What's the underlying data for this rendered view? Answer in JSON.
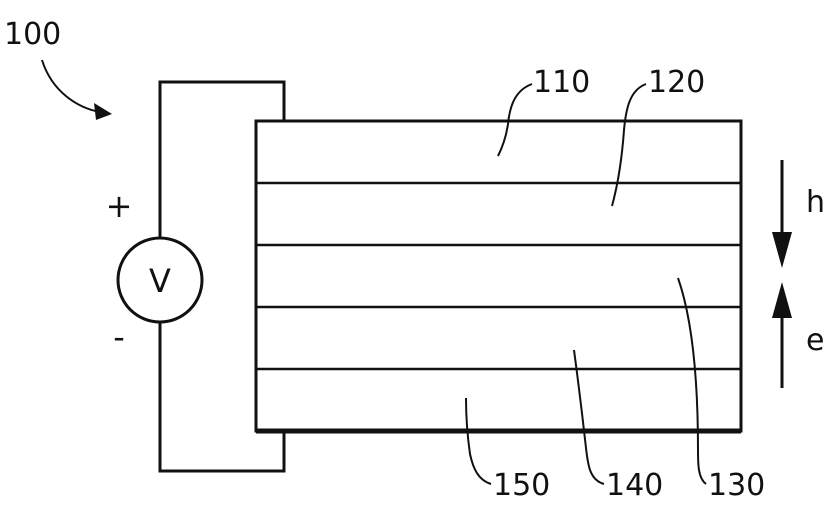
{
  "figure": {
    "device_ref": "100",
    "layers": [
      {
        "ref": "110"
      },
      {
        "ref": "120"
      },
      {
        "ref": "130"
      },
      {
        "ref": "140"
      },
      {
        "ref": "150"
      }
    ],
    "source": {
      "symbol": "V",
      "plus": "+",
      "minus": "-"
    },
    "carriers": {
      "hole": "h",
      "electron": "e"
    }
  }
}
